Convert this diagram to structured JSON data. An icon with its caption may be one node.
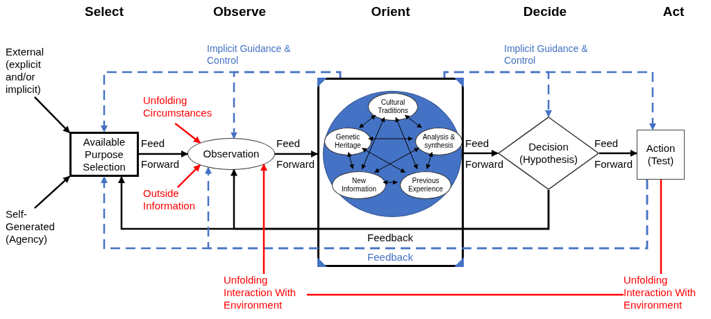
{
  "diagram": {
    "nodes": [
      {
        "text": [
          "External (explicit and/or implicit)"
        ]
      },
      {
        "text": [
          "Self-Generated (Agency)"
        ]
      },
      {
        "text": [
          "Available Purpose Selection"
        ]
      },
      {
        "text": [
          "Unfolding Circumstances"
        ]
      },
      {
        "text": [
          "Outside Information"
        ]
      },
      {
        "text": [
          "Observation"
        ]
      },
      {
        "text": [],
        "shape": "box"
      },
      {
        "text": [],
        "shape": "circle",
        "in": 6
      },
      {
        "text": [
          "Cultural Traditions"
        ],
        "in": 7
      },
      {
        "text": [
          "Genetic Heritage"
        ],
        "in": 7
      },
      {
        "text": [
          "Analysis & synthesis"
        ],
        "in": 7
      },
      {
        "text": [
          "New Information"
        ],
        "in": 7
      },
      {
        "text": [
          "Previous Experience"
        ],
        "in": 7
      },
      {
        "text": [
          "Decision (Hypothesis)"
        ]
      },
      {
        "text": [
          "Action (Test)"
        ]
      },
      {
        "text": [
          "Unfolding Interaction With Environment"
        ]
      },
      {
        "text": [
          "Unfolding Interaction With Environment"
        ]
      }
    ],
    "edges": [
      {
        "from": 0,
        "to": 2,
        "arrow": "to"
      },
      {
        "from": 1,
        "to": 2,
        "arrow": "to"
      },
      {
        "from": 2,
        "to": 5,
        "arrow": "to",
        "label": "Feed Forward"
      },
      {
        "from": 3,
        "to": 5,
        "arrow": "to",
        "color": "#ff0000"
      },
      {
        "from": 4,
        "to": 5,
        "arrow": "to",
        "color": "#ff0000"
      },
      {
        "from": 5,
        "to": 6,
        "arrow": "to",
        "label": "Feed Forward"
      },
      {
        "from": 6,
        "to": 13,
        "arrow": "to",
        "label": "Feed Forward"
      },
      {
        "from": 13,
        "to": 14,
        "arrow": "to",
        "label": "Feed Forward"
      },
      {
        "from": 6,
        "to": 2,
        "arrow": "to",
        "style": "dashed",
        "color": "#4472c4"
      },
      {
        "from": 6,
        "to": 5,
        "arrow": "to",
        "style": "dashed",
        "color": "#4472c4",
        "label": "Implicit Guidance & Control"
      },
      {
        "from": 6,
        "to": 13,
        "arrow": "to",
        "style": "dashed",
        "color": "#4472c4",
        "label": "Implicit Guidance & Control"
      },
      {
        "from": 6,
        "to": 14,
        "arrow": "to",
        "style": "dashed",
        "color": "#4472c4"
      },
      {
        "from": 13,
        "to": 2,
        "arrow": "to",
        "label": "Feedback"
      },
      {
        "from": 13,
        "to": 5,
        "arrow": "to"
      },
      {
        "from": 14,
        "to": 2,
        "arrow": "to",
        "style": "dashed",
        "color": "#4472c4",
        "label": "Feedback"
      },
      {
        "from": 14,
        "to": 5,
        "arrow": "to",
        "style": "dashed",
        "color": "#4472c4"
      },
      {
        "from": 15,
        "to": 5,
        "arrow": "to",
        "color": "#ff0000"
      },
      {
        "from": 14,
        "to": 16,
        "arrow": "none",
        "color": "#ff0000"
      },
      {
        "from": 16,
        "to": 15,
        "arrow": "none",
        "color": "#ff0000"
      },
      {
        "from": 8,
        "to": 9,
        "arrow": "both"
      },
      {
        "from": 8,
        "to": 10,
        "arrow": "both"
      },
      {
        "from": 9,
        "to": 10,
        "arrow": "both"
      },
      {
        "from": 9,
        "to": 11,
        "arrow": "both"
      },
      {
        "from": 10,
        "to": 12,
        "arrow": "both"
      },
      {
        "from": 11,
        "to": 12,
        "arrow": "both"
      },
      {
        "from": 8,
        "to": 11,
        "arrow": "both"
      },
      {
        "from": 8,
        "to": 12,
        "arrow": "both"
      },
      {
        "from": 9,
        "to": 12,
        "arrow": "both"
      },
      {
        "from": 10,
        "to": 11,
        "arrow": "both"
      }
    ],
    "labels": [
      "Select",
      "Observe",
      "Orient",
      "Decide",
      "Act"
    ]
  }
}
